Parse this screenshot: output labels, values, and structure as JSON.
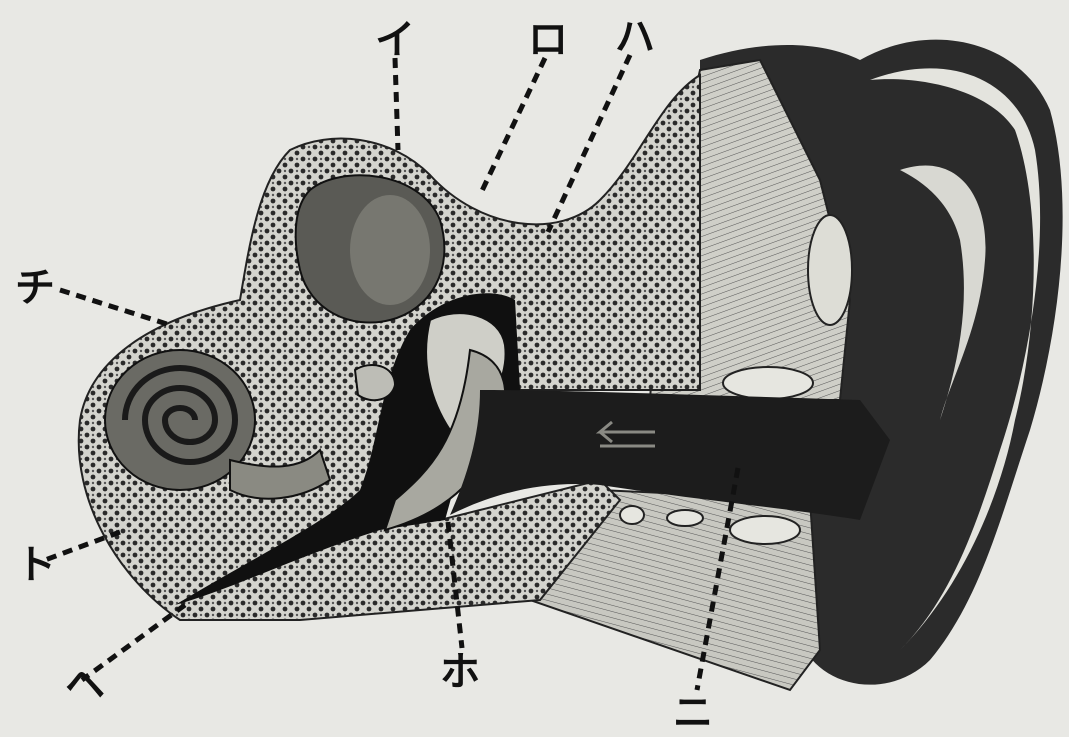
{
  "labels": {
    "i": "イ",
    "ro": "ロ",
    "ha": "ハ",
    "ni": "ニ",
    "ho": "ホ",
    "he": "ヘ",
    "to": "ト",
    "chi": "チ"
  },
  "colors": {
    "paper": "#e8e8e4",
    "ink": "#111111",
    "bone": "#c9c9c3",
    "cartilage": "#bdbdb6",
    "canal": "#1a1a1a"
  }
}
